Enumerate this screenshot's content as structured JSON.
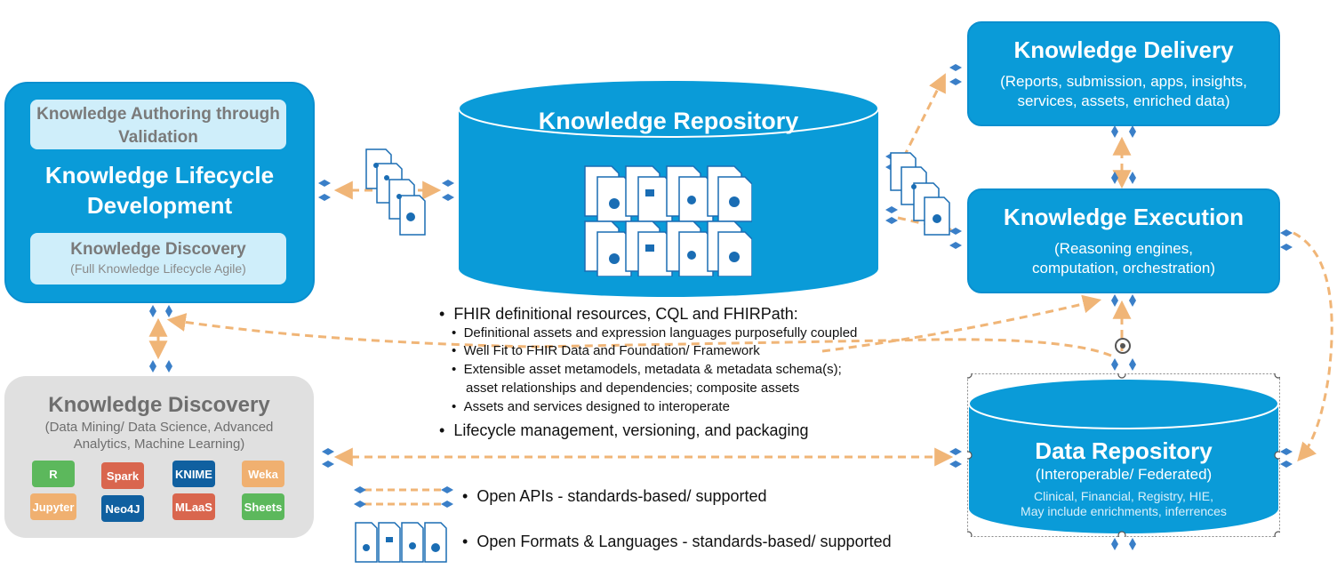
{
  "lifecycle": {
    "authoring": "Knowledge Authoring through Validation",
    "title_line1": "Knowledge Lifecycle",
    "title_line2": "Development",
    "discovery_title": "Knowledge Discovery",
    "discovery_sub": "(Full Knowledge Lifecycle Agile)"
  },
  "repository": {
    "title": "Knowledge Repository"
  },
  "delivery": {
    "title": "Knowledge Delivery",
    "line1": "(Reports, submission, apps, insights,",
    "line2": "services, assets, enriched data)"
  },
  "execution": {
    "title": "Knowledge Execution",
    "line1": "(Reasoning engines,",
    "line2": "computation, orchestration)"
  },
  "discovery": {
    "title": "Knowledge Discovery",
    "line1": "(Data Mining/ Data Science, Advanced",
    "line2": "Analytics, Machine Learning)",
    "tools": [
      {
        "label": "R",
        "color": "#5cb85c"
      },
      {
        "label": "Spark",
        "color": "#d9664e"
      },
      {
        "label": "KNIME",
        "color": "#1060a0"
      },
      {
        "label": "Weka",
        "color": "#f0b070"
      },
      {
        "label": "Jupyter",
        "color": "#f0b070"
      },
      {
        "label": "Neo4J",
        "color": "#1060a0"
      },
      {
        "label": "MLaaS",
        "color": "#d9664e"
      },
      {
        "label": "Sheets",
        "color": "#5cb85c"
      }
    ]
  },
  "data_repository": {
    "title": "Data Repository",
    "subtitle": "(Interoperable/ Federated)",
    "line1": "Clinical, Financial, Registry, HIE,",
    "line2": "May include enrichments, inferrences"
  },
  "bullets": {
    "main1": "FHIR definitional resources, CQL and FHIRPath:",
    "sub": [
      "Definitional assets and expression languages purposefully coupled",
      "Well Fit to FHIR Data and Foundation/ Framework",
      "Extensible asset metamodels, metadata & metadata schema(s);",
      "asset relationships and dependencies; composite assets",
      "Assets and services designed to interoperate"
    ],
    "main2": "Lifecycle management, versioning, and packaging"
  },
  "legend": {
    "apis": "Open APIs - standards-based/ supported",
    "formats": "Open Formats & Languages - standards-based/ supported"
  },
  "colors": {
    "blue": "#0a9bd8",
    "arrow": "#f0b577",
    "gray": "#e0e0e0"
  }
}
